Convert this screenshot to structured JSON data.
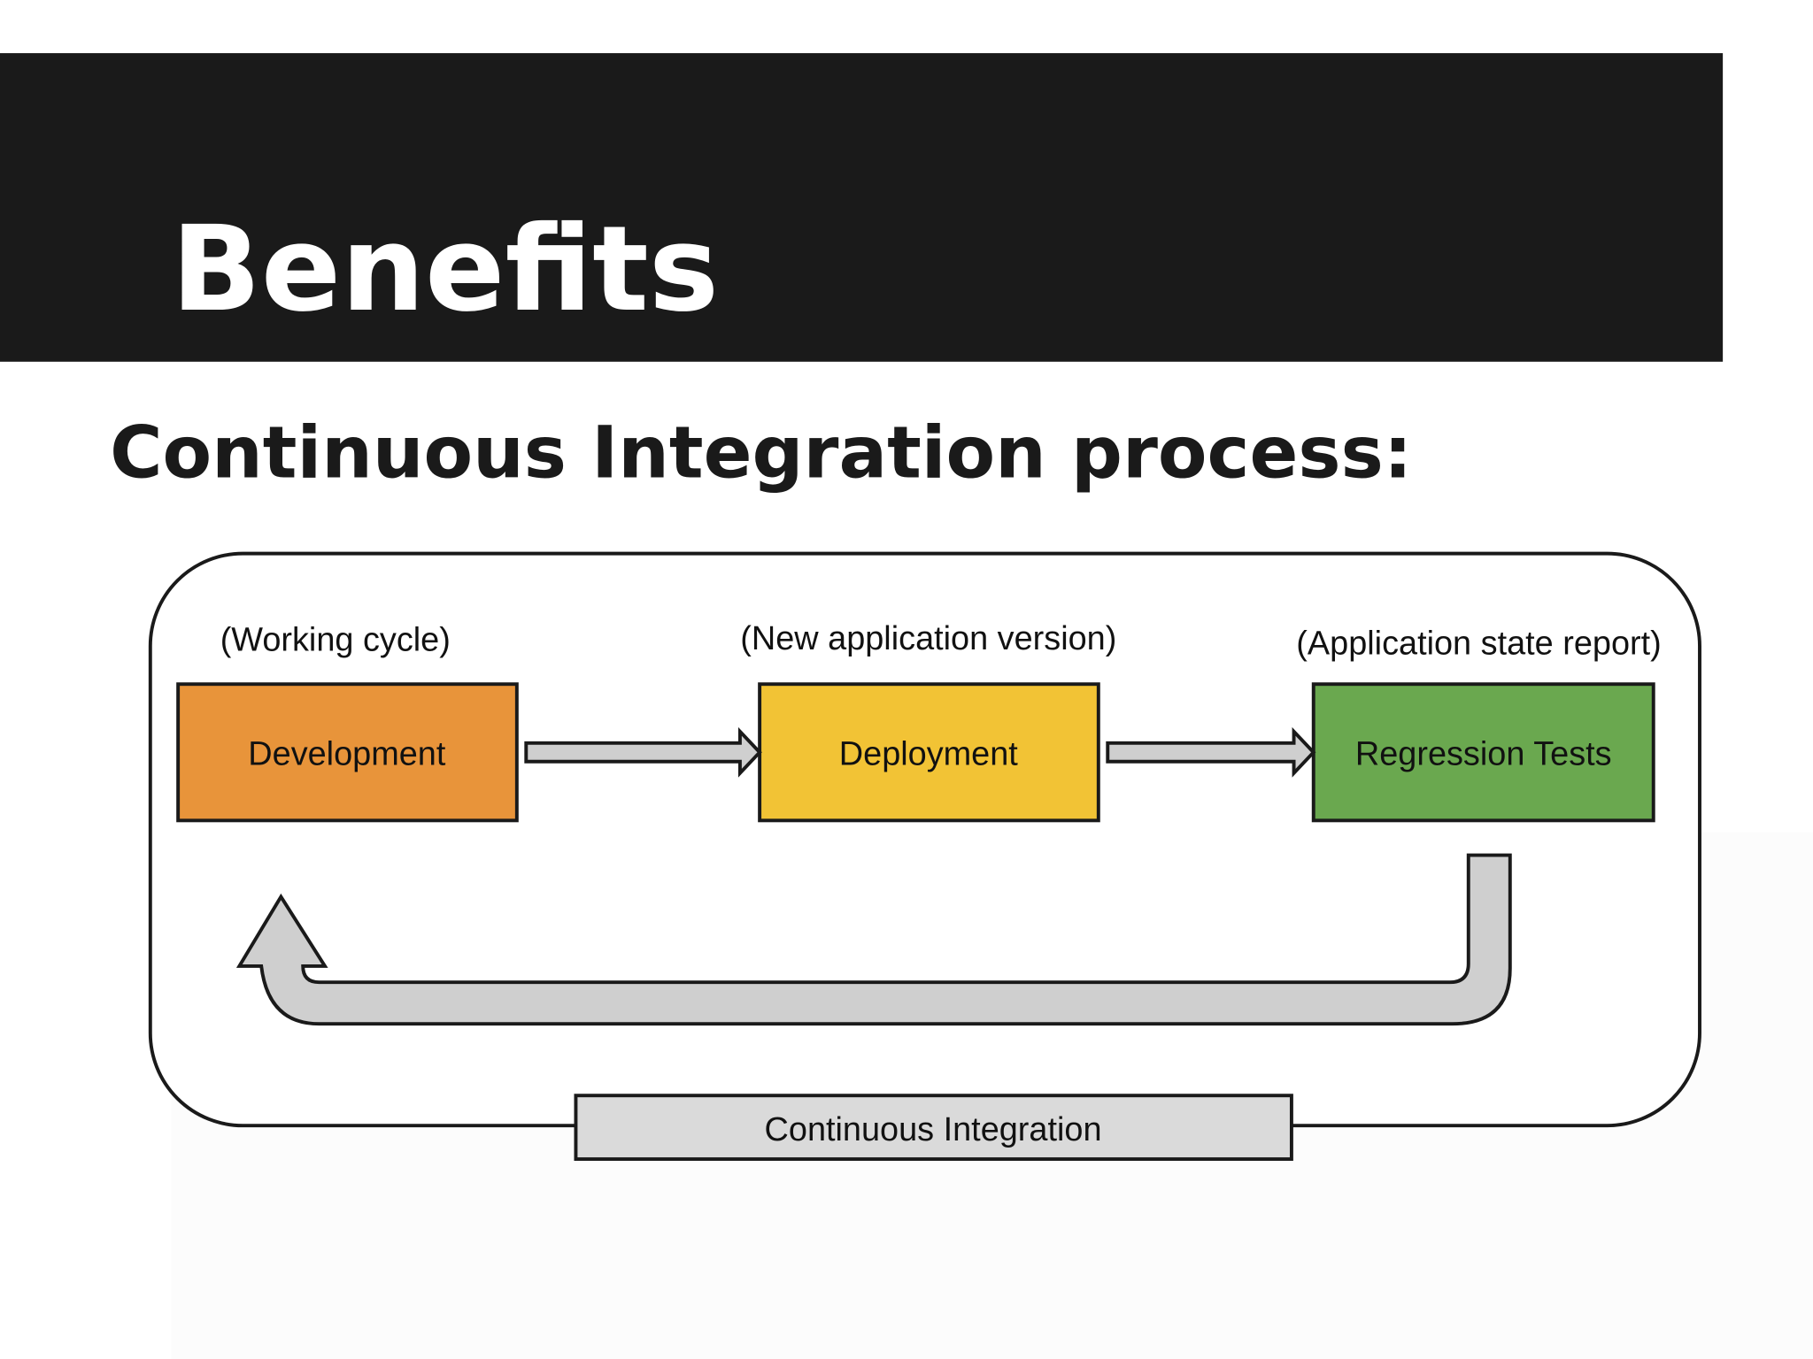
{
  "slide": {
    "title": "Benefits",
    "subtitle": "Continuous Integration process:"
  },
  "diagram": {
    "stages": [
      {
        "label": "Development",
        "caption": "(Working cycle)",
        "color": "#E8943A"
      },
      {
        "label": "Deployment",
        "caption": "(New application version)",
        "color": "#F2C335"
      },
      {
        "label": "Regression Tests",
        "caption": "(Application state report)",
        "color": "#6AA84F"
      }
    ],
    "container_label": "Continuous Integration"
  },
  "colors": {
    "header_bg": "#1A1A1A",
    "arrow_fill": "#CFCFCF",
    "label_box_fill": "#DADADA"
  }
}
